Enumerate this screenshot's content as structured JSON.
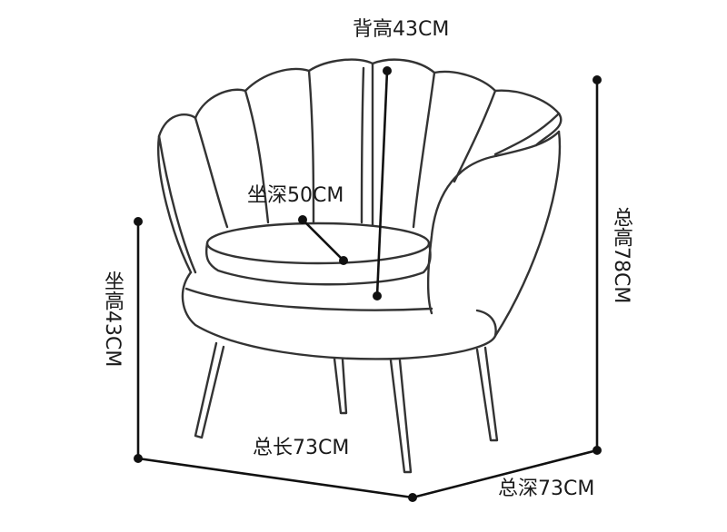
{
  "labels": {
    "back_height": "背高43CM",
    "seat_depth": "坐深50CM",
    "total_height": "总高78CM",
    "seat_height": "坐高43CM",
    "total_length": "总长73CM",
    "total_depth": "总深73CM"
  },
  "colors": {
    "outline": "#333333",
    "dimension": "#111111",
    "background": "#ffffff"
  }
}
